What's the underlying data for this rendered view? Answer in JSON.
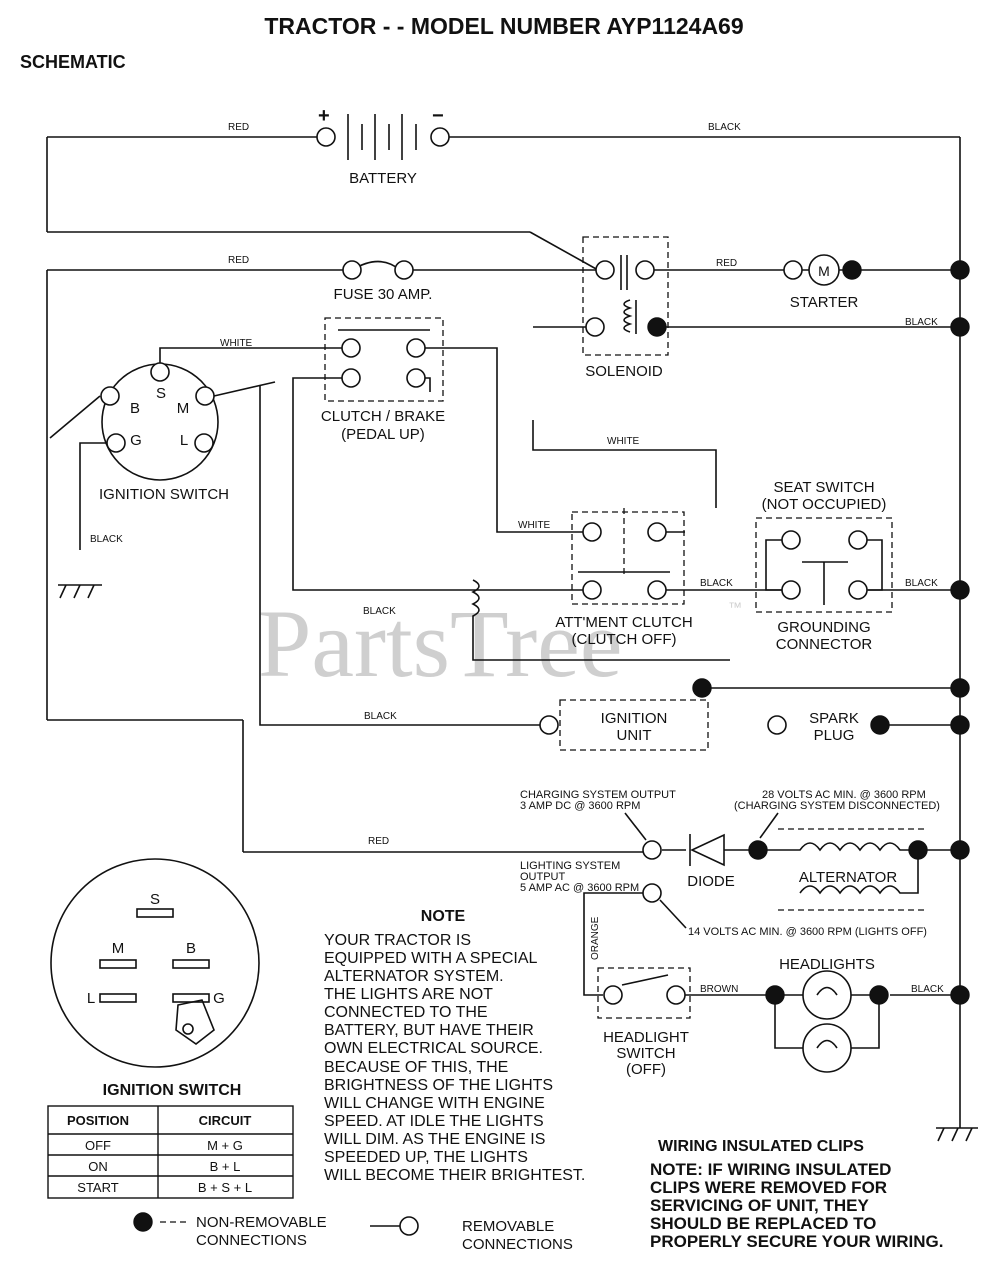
{
  "title": "TRACTOR - - MODEL NUMBER AYP1124A69",
  "subtitle": "SCHEMATIC",
  "watermark": "PartsTree",
  "watermark_tm": "™",
  "components": {
    "battery": "BATTERY",
    "battery_plus": "+",
    "battery_minus": "−",
    "fuse": "FUSE 30 AMP.",
    "solenoid": "SOLENOID",
    "starter": "STARTER",
    "starter_symbol": "M",
    "clutch_brake_1": "CLUTCH / BRAKE",
    "clutch_brake_2": "(PEDAL UP)",
    "ignition_switch": "IGNITION SWITCH",
    "seat_switch_1": "SEAT SWITCH",
    "seat_switch_2": "(NOT OCCUPIED)",
    "grounding_1": "GROUNDING",
    "grounding_2": "CONNECTOR",
    "attment_1": "ATT'MENT CLUTCH",
    "attment_2": "(CLUTCH OFF)",
    "ignition_unit_1": "IGNITION",
    "ignition_unit_2": "UNIT",
    "spark_plug_1": "SPARK",
    "spark_plug_2": "PLUG",
    "diode": "DIODE",
    "alternator": "ALTERNATOR",
    "headlights": "HEADLIGHTS",
    "headlight_switch_1": "HEADLIGHT",
    "headlight_switch_2": "SWITCH",
    "headlight_switch_3": "(OFF)"
  },
  "terminals": {
    "s": "S",
    "b": "B",
    "m": "M",
    "g": "G",
    "l": "L"
  },
  "wires": {
    "red": "RED",
    "black": "BLACK",
    "white": "WHITE",
    "brown": "BROWN",
    "orange": "ORANGE"
  },
  "annotations": {
    "cs_output_1": "CHARGING SYSTEM OUTPUT",
    "cs_output_2": "3 AMP DC @ 3600 RPM",
    "ac28_1": "28 VOLTS AC MIN. @ 3600 RPM",
    "ac28_2": "(CHARGING SYSTEM DISCONNECTED)",
    "ls_output_1": "LIGHTING SYSTEM",
    "ls_output_2": "OUTPUT",
    "ls_output_3": "5 AMP AC @ 3600 RPM",
    "ac14": "14 VOLTS AC MIN. @ 3600 RPM (LIGHTS OFF)"
  },
  "note": {
    "heading": "NOTE",
    "lines": [
      "YOUR TRACTOR IS",
      "EQUIPPED WITH A SPECIAL",
      "ALTERNATOR SYSTEM.",
      "THE LIGHTS ARE NOT",
      "CONNECTED TO THE",
      "BATTERY, BUT HAVE THEIR",
      "OWN ELECTRICAL SOURCE.",
      "BECAUSE OF THIS, THE",
      "BRIGHTNESS OF THE LIGHTS",
      "WILL CHANGE WITH ENGINE",
      "SPEED.  AT IDLE THE LIGHTS",
      "WILL DIM.  AS THE ENGINE IS",
      "SPEEDED UP, THE LIGHTS",
      "WILL BECOME THEIR BRIGHTEST."
    ]
  },
  "ignition_detail": {
    "title": "IGNITION SWITCH",
    "table": {
      "headers": [
        "POSITION",
        "CIRCUIT"
      ],
      "rows": [
        [
          "OFF",
          "M + G"
        ],
        [
          "ON",
          "B + L"
        ],
        [
          "START",
          "B + S + L"
        ]
      ]
    }
  },
  "clips": {
    "heading": "WIRING INSULATED CLIPS",
    "lines": [
      "NOTE: IF WIRING INSULATED",
      "CLIPS WERE REMOVED FOR",
      "SERVICING OF UNIT, THEY",
      "SHOULD BE REPLACED TO",
      "PROPERLY SECURE YOUR WIRING."
    ]
  },
  "legend": {
    "non_removable_1": "NON-REMOVABLE",
    "non_removable_2": "CONNECTIONS",
    "removable_1": "REMOVABLE",
    "removable_2": "CONNECTIONS"
  }
}
